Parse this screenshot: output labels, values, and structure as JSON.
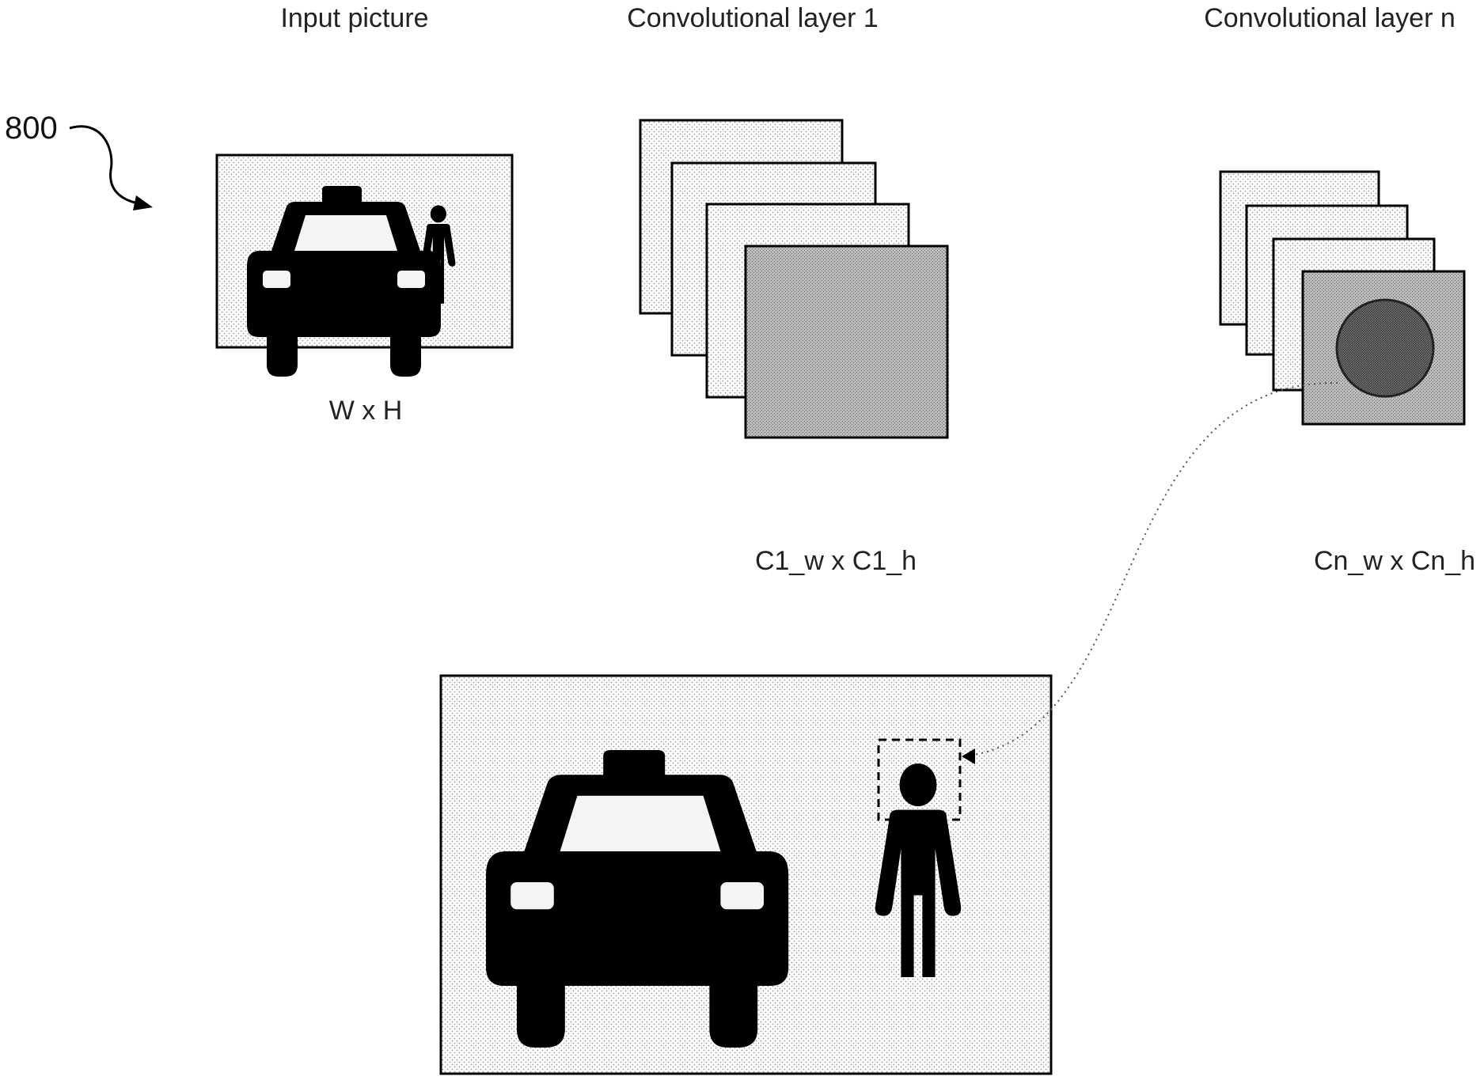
{
  "figure": {
    "reference_numeral": "800",
    "titles": {
      "input": "Input picture",
      "layer1": "Convolutional layer 1",
      "layern": "Convolutional layer n"
    },
    "dimensions": {
      "input": "W x H",
      "layer1": "C1_w x C1_h",
      "layern": "Cn_w x Cn_h"
    },
    "layer1_feature_maps": 4,
    "layern_feature_maps": 4,
    "icons": [
      "taxi-icon",
      "person-icon"
    ],
    "detection": "bounding box around person's head mapped from layer n activation"
  }
}
